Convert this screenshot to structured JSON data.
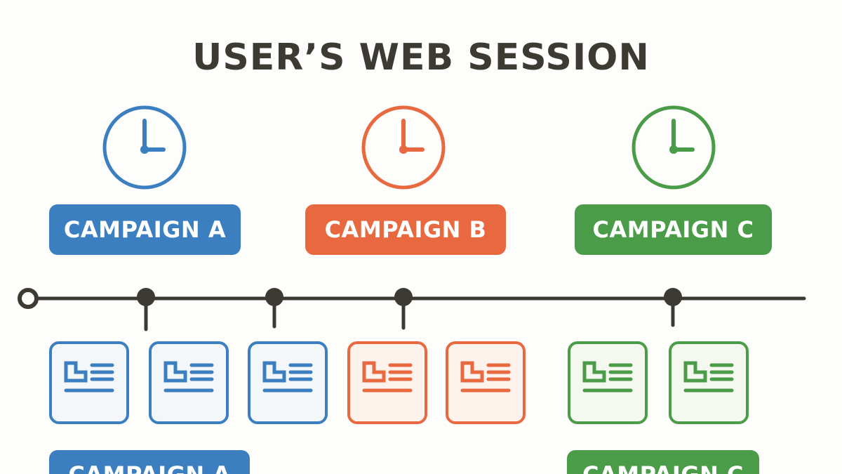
{
  "title": "USER’S WEB SESSION",
  "colors": {
    "a": "#3b7fc0",
    "b": "#e8693f",
    "c": "#4b9c48",
    "a_bg": "#f3f7fa",
    "b_bg": "#fdf3ec",
    "c_bg": "#f4f8ef",
    "line": "#3d3a34"
  },
  "campaigns_top": [
    {
      "label": "CAMPAIGN A",
      "color_key": "a"
    },
    {
      "label": "CAMPAIGN B",
      "color_key": "b"
    },
    {
      "label": "CAMPAIGN C",
      "color_key": "c"
    }
  ],
  "campaigns_bottom": [
    {
      "label": "CAMPAIGN A",
      "color_key": "a"
    },
    {
      "label": "CAMPAIGN C",
      "color_key": "c"
    }
  ],
  "page_cards": [
    {
      "campaign": "a"
    },
    {
      "campaign": "a"
    },
    {
      "campaign": "a"
    },
    {
      "campaign": "b"
    },
    {
      "campaign": "b"
    },
    {
      "campaign": "c"
    },
    {
      "campaign": "c"
    }
  ],
  "icons": {
    "clock": "clock-icon",
    "page": "web-page-icon"
  }
}
